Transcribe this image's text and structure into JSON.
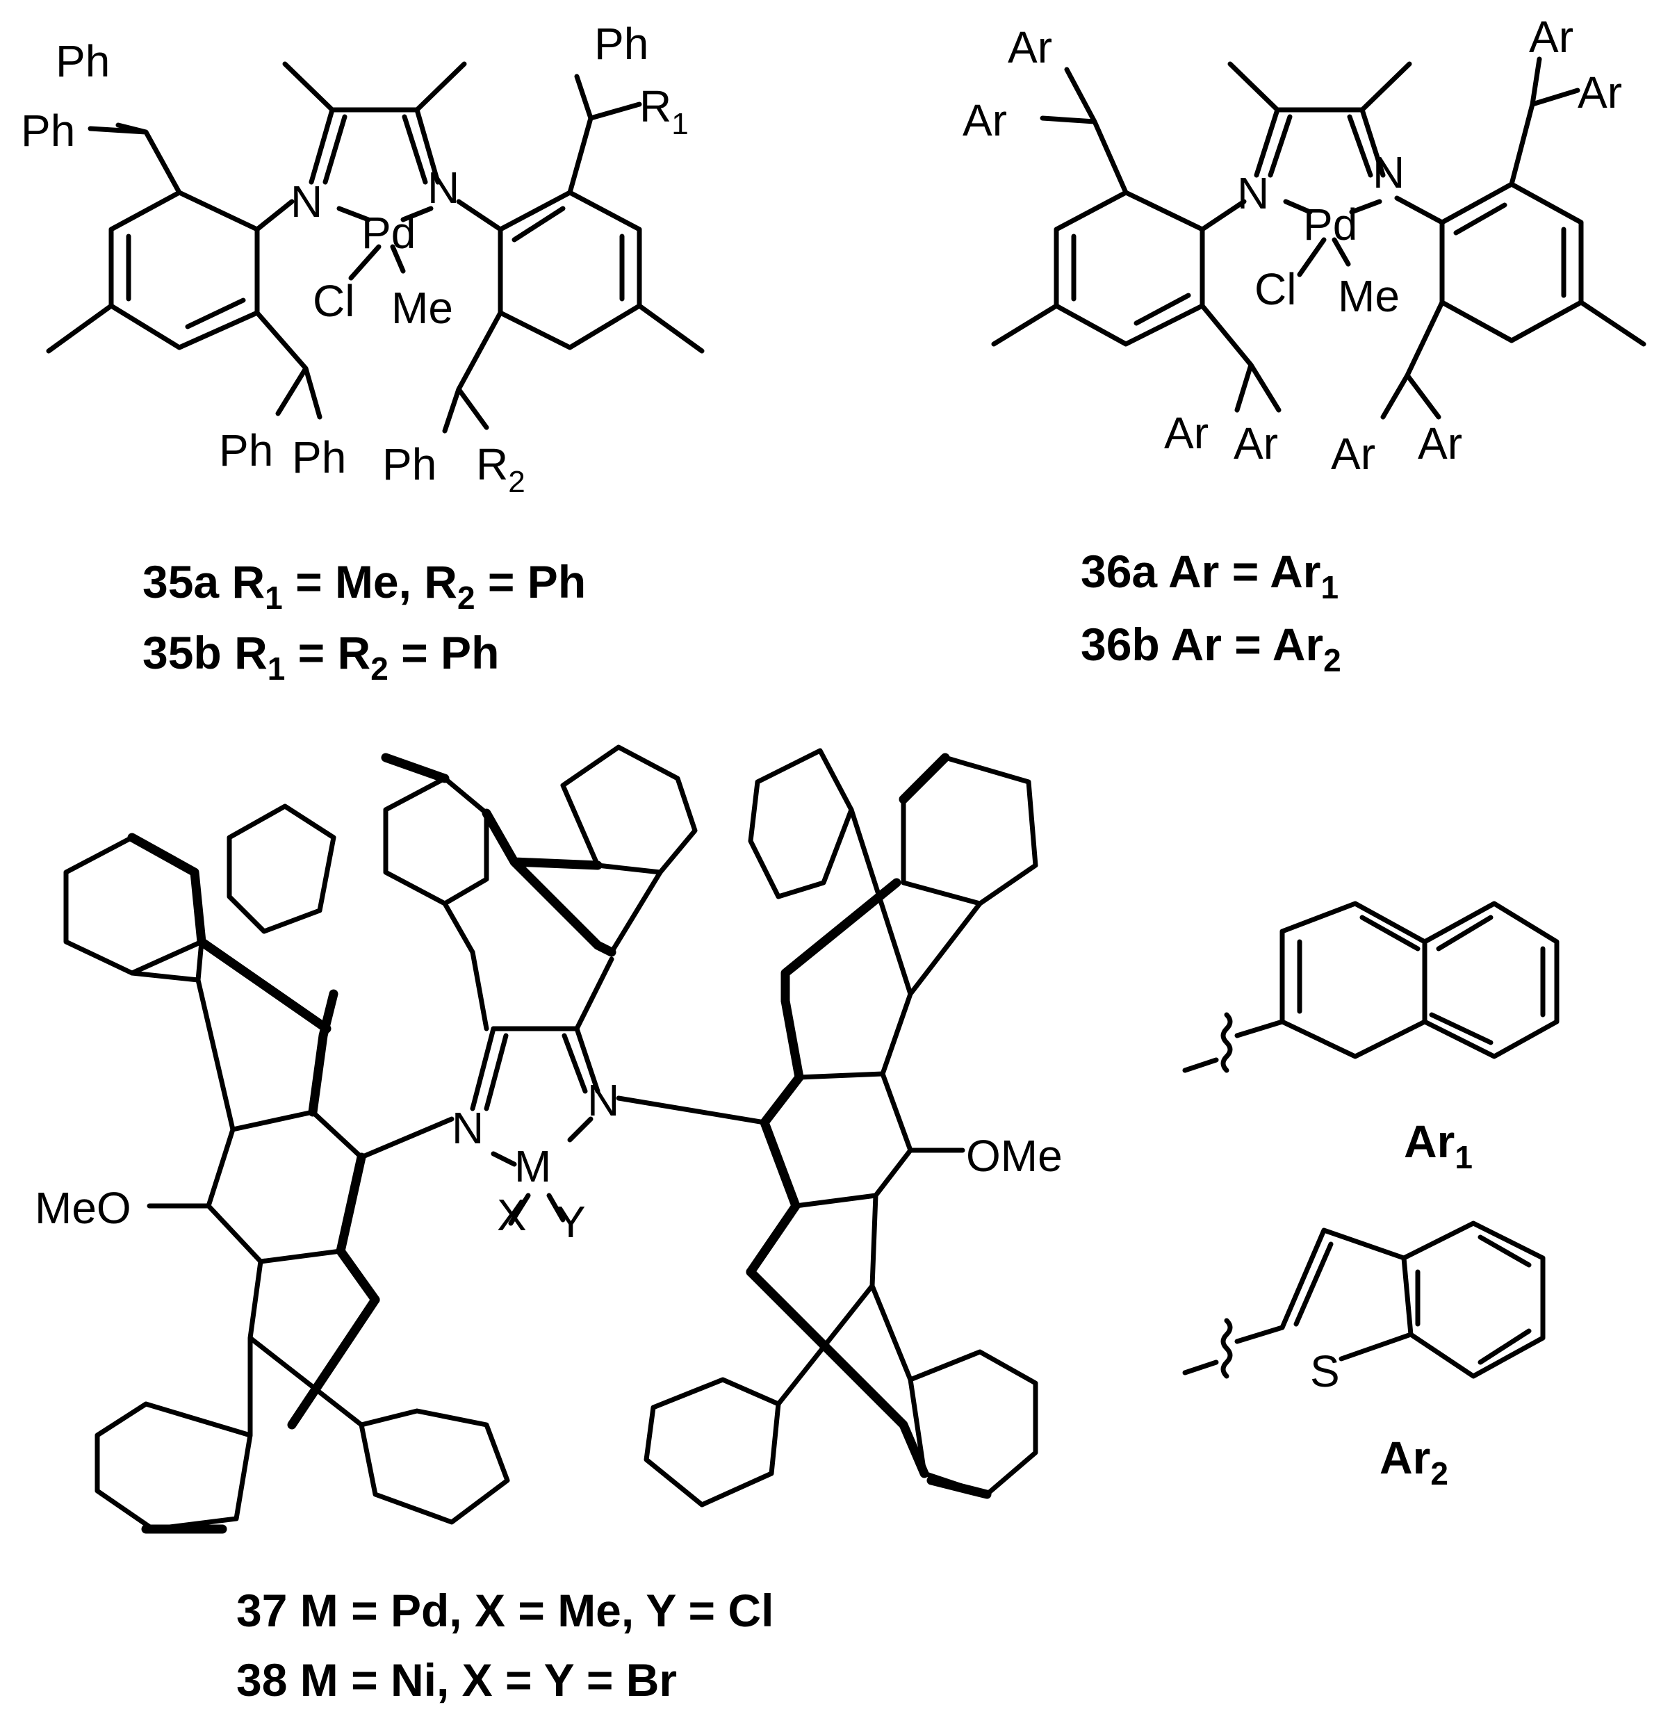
{
  "compound35": {
    "atoms": {
      "N1": "N",
      "N2": "N",
      "metal": "Pd",
      "halide": "Cl",
      "methyl": "Me"
    },
    "substituents": {
      "ph_a": "Ph",
      "ph_b": "Ph",
      "ph_c": "Ph",
      "ph_d": "Ph",
      "ph_e": "Ph",
      "ph_f": "Ph",
      "r1": "R",
      "r1_sub": "1",
      "r2": "R",
      "r2_sub": "2"
    },
    "caption": {
      "line1": {
        "id": "35a",
        "t1": "R",
        "s1": "1",
        "t2": " = Me, R",
        "s2": "2",
        "t3": " = Ph"
      },
      "line2": {
        "id": "35b",
        "t1": "R",
        "s1": "1",
        "t2": " = R",
        "s2": "2",
        "t3": " = Ph"
      }
    }
  },
  "compound36": {
    "atoms": {
      "N1": "N",
      "N2": "N",
      "metal": "Pd",
      "halide": "Cl",
      "methyl": "Me"
    },
    "substituents": {
      "ar": "Ar"
    },
    "caption": {
      "line1": {
        "id": "36a",
        "t1": "Ar = Ar",
        "s1": "1"
      },
      "line2": {
        "id": "36b",
        "t1": "Ar = Ar",
        "s1": "2"
      }
    }
  },
  "compound37": {
    "atoms": {
      "N1": "N",
      "N2": "N",
      "metal": "M",
      "x": "X",
      "y": "Y",
      "methoxy_left": "MeO",
      "methoxy_right": "OMe"
    },
    "caption": {
      "line1": "37 M = Pd, X = Me, Y = Cl",
      "line2": "38 M = Ni, X = Y = Br"
    }
  },
  "aryl_groups": {
    "ar1": {
      "label": "Ar",
      "sub": "1"
    },
    "ar2": {
      "label": "Ar",
      "sub": "2",
      "heteroatom": "S"
    }
  },
  "colors": {
    "ink": "#000000",
    "background": "#ffffff"
  }
}
